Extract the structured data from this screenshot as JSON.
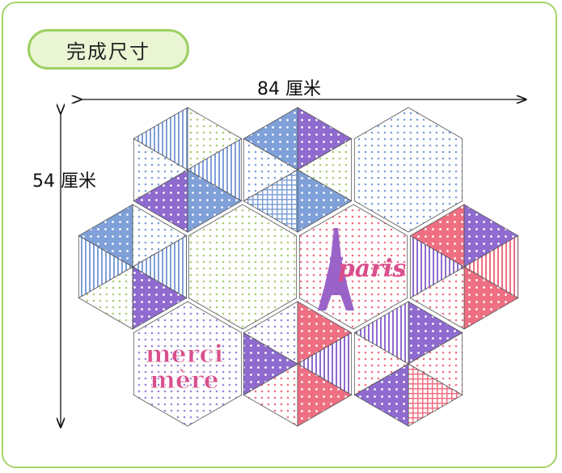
{
  "title": "完成尺寸",
  "width_label": "84 厘米",
  "height_label": "54 厘米",
  "appliques": {
    "merci_line1": "merci",
    "merci_line2": "mère",
    "paris": "paris"
  },
  "colors": {
    "frame": "#a6d36a",
    "blue": "#7fa0d8",
    "lilac": "#8f6bd0",
    "green": "#a9cc78",
    "pink": "#ef6f82",
    "white": "#ffffff",
    "applique_pink": "#d94f8c",
    "applique_purple": "#9a63c8"
  }
}
